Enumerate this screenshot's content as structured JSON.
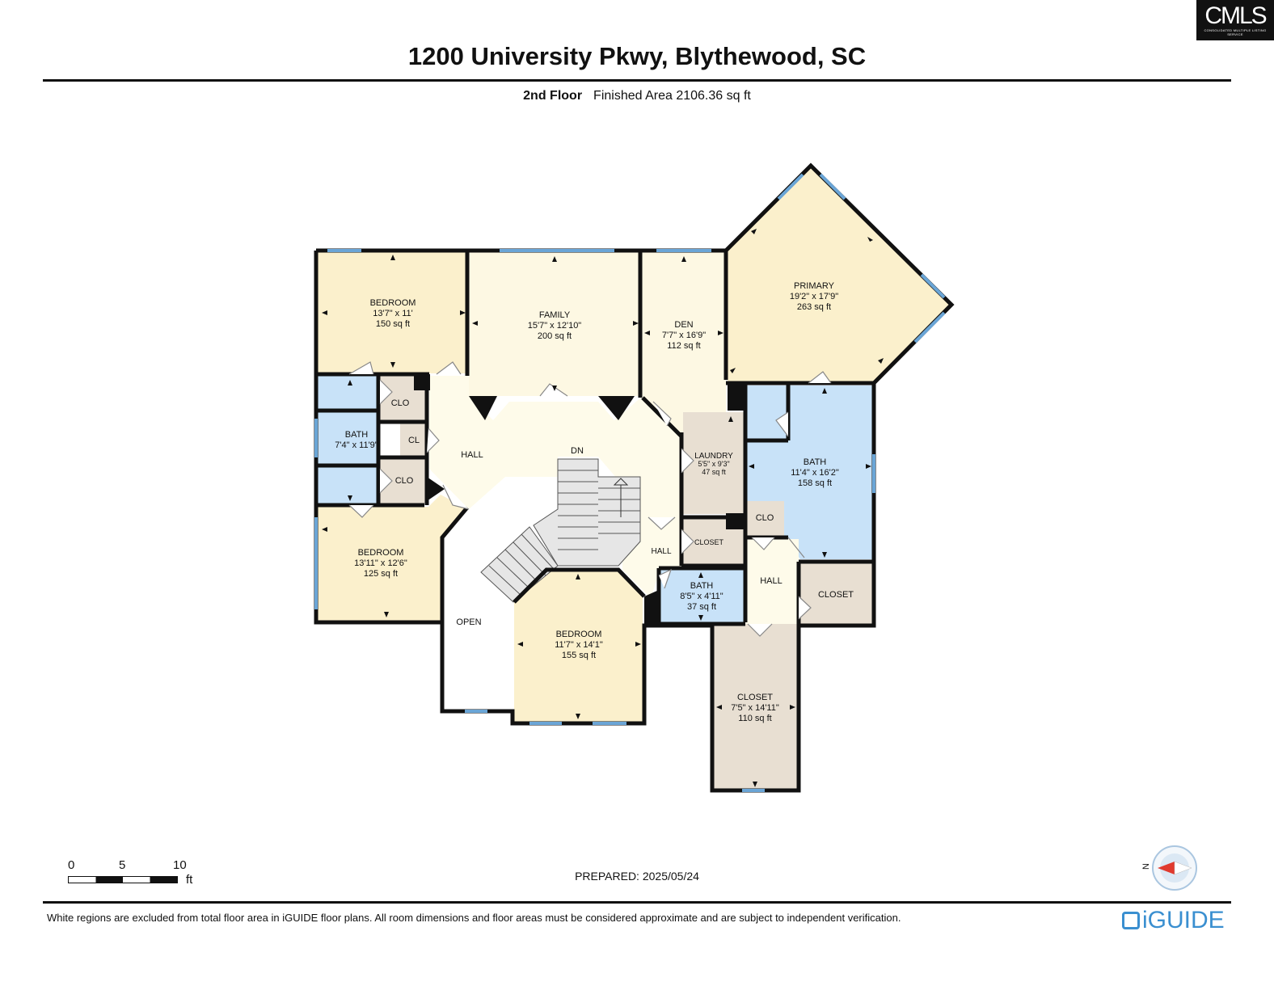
{
  "header": {
    "logo_text": "CMLS",
    "logo_subtext": "CONSOLIDATED MULTIPLE LISTING SERVICE",
    "title": "1200 University Pkwy, Blythewood, SC",
    "floor": "2nd Floor",
    "finished_area": "Finished Area 2106.36 sq ft"
  },
  "rooms": {
    "bedroom1": {
      "name": "BEDROOM",
      "dims": "13'7\" x 11'",
      "area": "150 sq ft"
    },
    "family": {
      "name": "FAMILY",
      "dims": "15'7\" x 12'10\"",
      "area": "200 sq ft"
    },
    "den": {
      "name": "DEN",
      "dims": "7'7\" x 16'9\"",
      "area": "112 sq ft"
    },
    "primary": {
      "name": "PRIMARY",
      "dims": "19'2\" x 17'9\"",
      "area": "263 sq ft"
    },
    "bath1": {
      "name": "BATH",
      "dims": "7'4\" x 11'9\""
    },
    "clo1": {
      "name": "CLO"
    },
    "cl": {
      "name": "CL"
    },
    "clo2": {
      "name": "CLO"
    },
    "hall1": {
      "name": "HALL"
    },
    "dn": {
      "name": "DN"
    },
    "laundry": {
      "name": "LAUNDRY",
      "dims": "5'5\" x 9'3\"",
      "area": "47 sq ft"
    },
    "bath_primary": {
      "name": "BATH",
      "dims": "11'4\" x 16'2\"",
      "area": "158 sq ft"
    },
    "clo3": {
      "name": "CLO"
    },
    "closet_small": {
      "name": "CLOSET"
    },
    "hall2": {
      "name": "HALL"
    },
    "hall3": {
      "name": "HALL"
    },
    "closet2": {
      "name": "CLOSET"
    },
    "bedroom2": {
      "name": "BEDROOM",
      "dims": "13'11\" x 12'6\"",
      "area": "125 sq ft"
    },
    "bath2": {
      "name": "BATH",
      "dims": "8'5\" x 4'11\"",
      "area": "37 sq ft"
    },
    "open": {
      "name": "OPEN"
    },
    "bedroom3": {
      "name": "BEDROOM",
      "dims": "11'7\" x 14'1\"",
      "area": "155 sq ft"
    },
    "closet3": {
      "name": "CLOSET",
      "dims": "7'5\" x 14'11\"",
      "area": "110 sq ft"
    }
  },
  "colors": {
    "bedroom": "#fbf0cc",
    "living": "#fdf8e3",
    "bath": "#c8e2f8",
    "closet": "#e8dfd2",
    "hall": "#fefbea",
    "wall": "#111111",
    "window": "#6aa5d6"
  },
  "scale": {
    "labels": [
      "0",
      "5",
      "10"
    ],
    "unit": "ft"
  },
  "prepared": "PREPARED: 2025/05/24",
  "compass": {
    "label": "N"
  },
  "footer": {
    "note": "White regions are excluded from total floor area in iGUIDE floor plans. All room dimensions and floor areas must be considered approximate and are subject to independent verification.",
    "brand": "iGUIDE"
  }
}
